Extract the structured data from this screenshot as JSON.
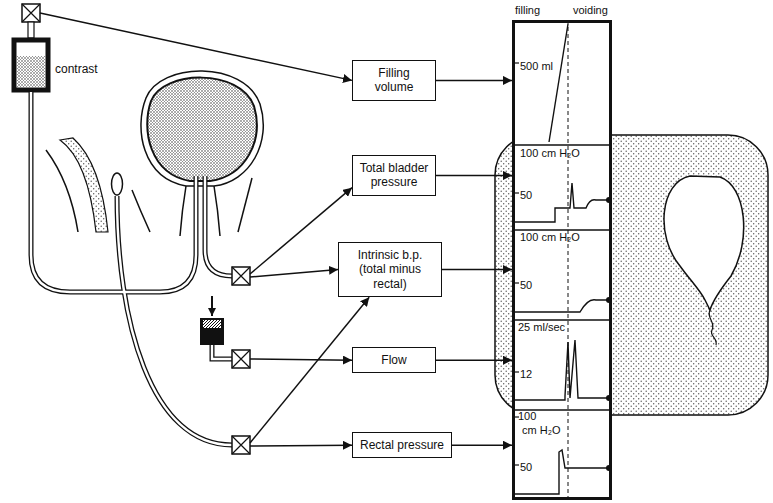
{
  "diagram": {
    "nodes": [
      {
        "text": [
          "Filling volume"
        ]
      },
      {
        "text": [
          "Total bladder pressure"
        ]
      },
      {
        "text": [
          "Intrinsic b.p. (total minus rectal)"
        ]
      },
      {
        "text": [
          "Flow"
        ]
      },
      {
        "text": [
          "Rectal pressure"
        ]
      },
      {
        "text": [
          "filling",
          "voiding",
          "500 ml",
          "100 cm H₂O",
          "50",
          "100 cm H₂O",
          "50",
          "25 ml/sec",
          "12",
          "100",
          "cm H₂O",
          "50"
        ]
      }
    ],
    "edges": [
      {
        "from": 0,
        "to": 5,
        "arrow": "to"
      },
      {
        "from": 1,
        "to": 5,
        "arrow": "to"
      },
      {
        "from": 2,
        "to": 5,
        "arrow": "to"
      },
      {
        "from": 3,
        "to": 5,
        "arrow": "to"
      },
      {
        "from": 4,
        "to": 5,
        "arrow": "to"
      }
    ],
    "labels": [
      "contrast"
    ]
  }
}
